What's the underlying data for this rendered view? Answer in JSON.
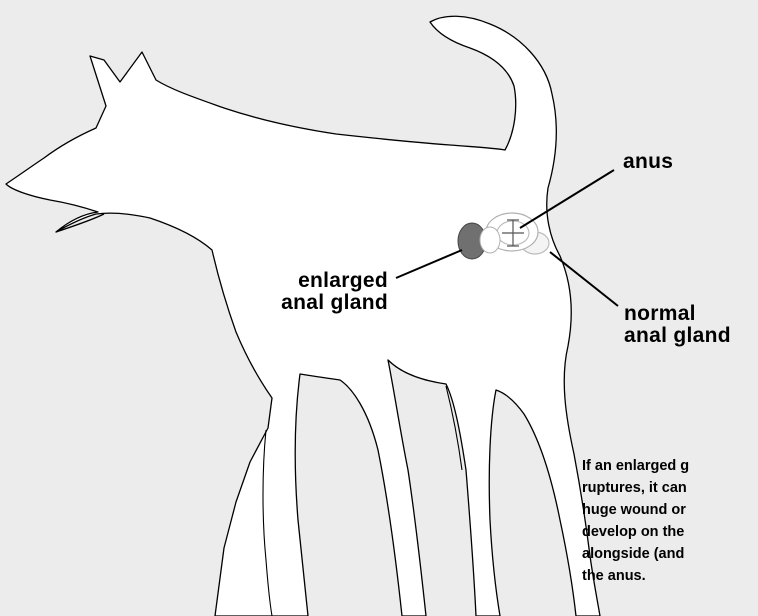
{
  "labels": {
    "anus": "anus",
    "enlarged_line1": "enlarged",
    "enlarged_line2": "anal gland",
    "normal_line1": "normal",
    "normal_line2": "anal gland"
  },
  "note_lines": [
    "If an enlarged g",
    "ruptures, it can",
    "huge wound or",
    "develop on the",
    "alongside (and",
    "the anus."
  ],
  "colors": {
    "background": "#ececec",
    "dog_fill": "#ffffff",
    "outline": "#000000",
    "enlarged_gland": "#707070",
    "normal_gland": "#f4f4f4"
  }
}
